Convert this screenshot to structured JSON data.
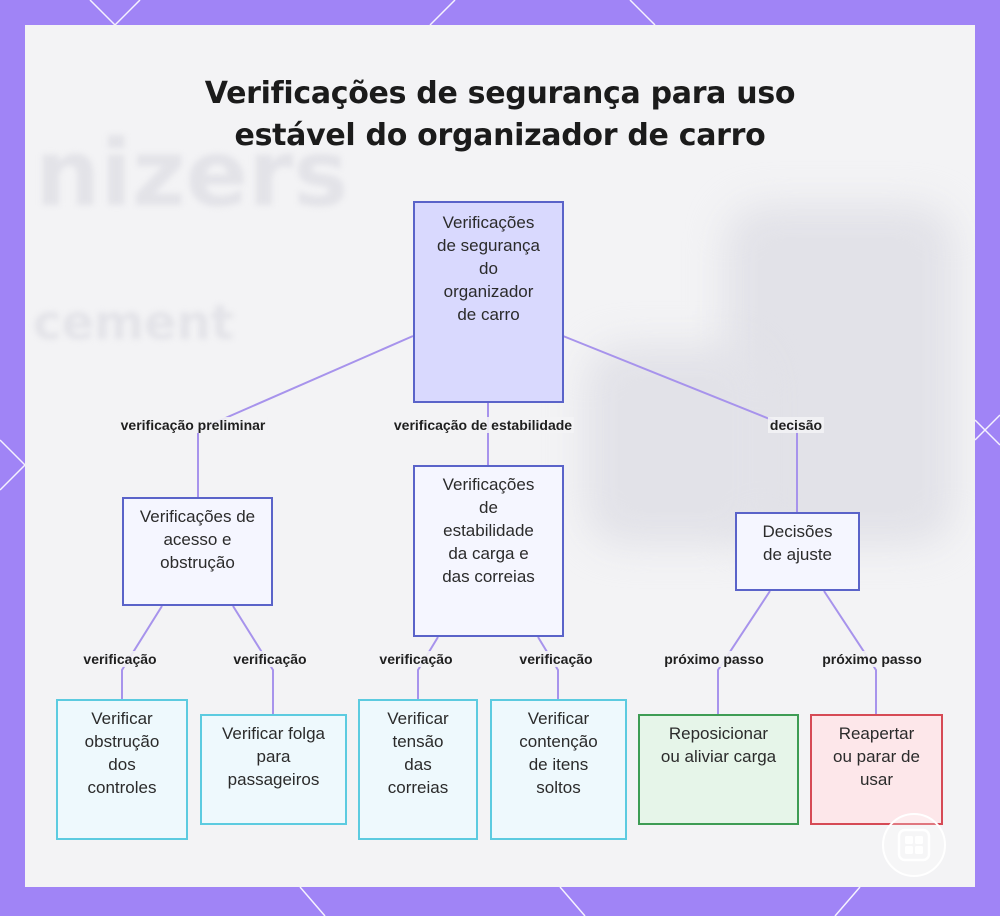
{
  "title": {
    "line1": "Verificações de segurança para uso",
    "line2": "estável do organizador de carro"
  },
  "background_text": {
    "word1": "nizers",
    "word2": "cement"
  },
  "nodes": {
    "root": "Verificações de segurança do organizador de carro",
    "access": "Verificações de acesso e obstrução",
    "stability": "Verificações de estabilidade da carga e das correias",
    "decisions": "Decisões de ajuste",
    "controls": "Verificar obstrução dos controles",
    "passengers": "Verificar folga para passageiros",
    "straps": "Verificar tensão das correias",
    "loose": "Verificar contenção de itens soltos",
    "reposition": "Reposicionar ou aliviar carga",
    "retighten": "Reapertar ou parar de usar"
  },
  "edge_labels": {
    "preliminary": "verificação preliminar",
    "stability": "verificação de estabilidade",
    "decision": "decisão",
    "check_controls": "verificação",
    "check_passengers": "verificação",
    "check_straps": "verificação",
    "check_loose": "verificação",
    "next_reposition": "próximo passo",
    "next_retighten": "próximo passo"
  },
  "colors": {
    "frame": "#a084f6",
    "edge": "#a793ec",
    "root_fill": "#d9d9fe",
    "node_border": "#5a63c9",
    "leaf_border": "#5ccbe0",
    "green_border": "#3e9c54",
    "red_border": "#d64a55"
  },
  "icons": {
    "logo": "app-grid-icon"
  }
}
